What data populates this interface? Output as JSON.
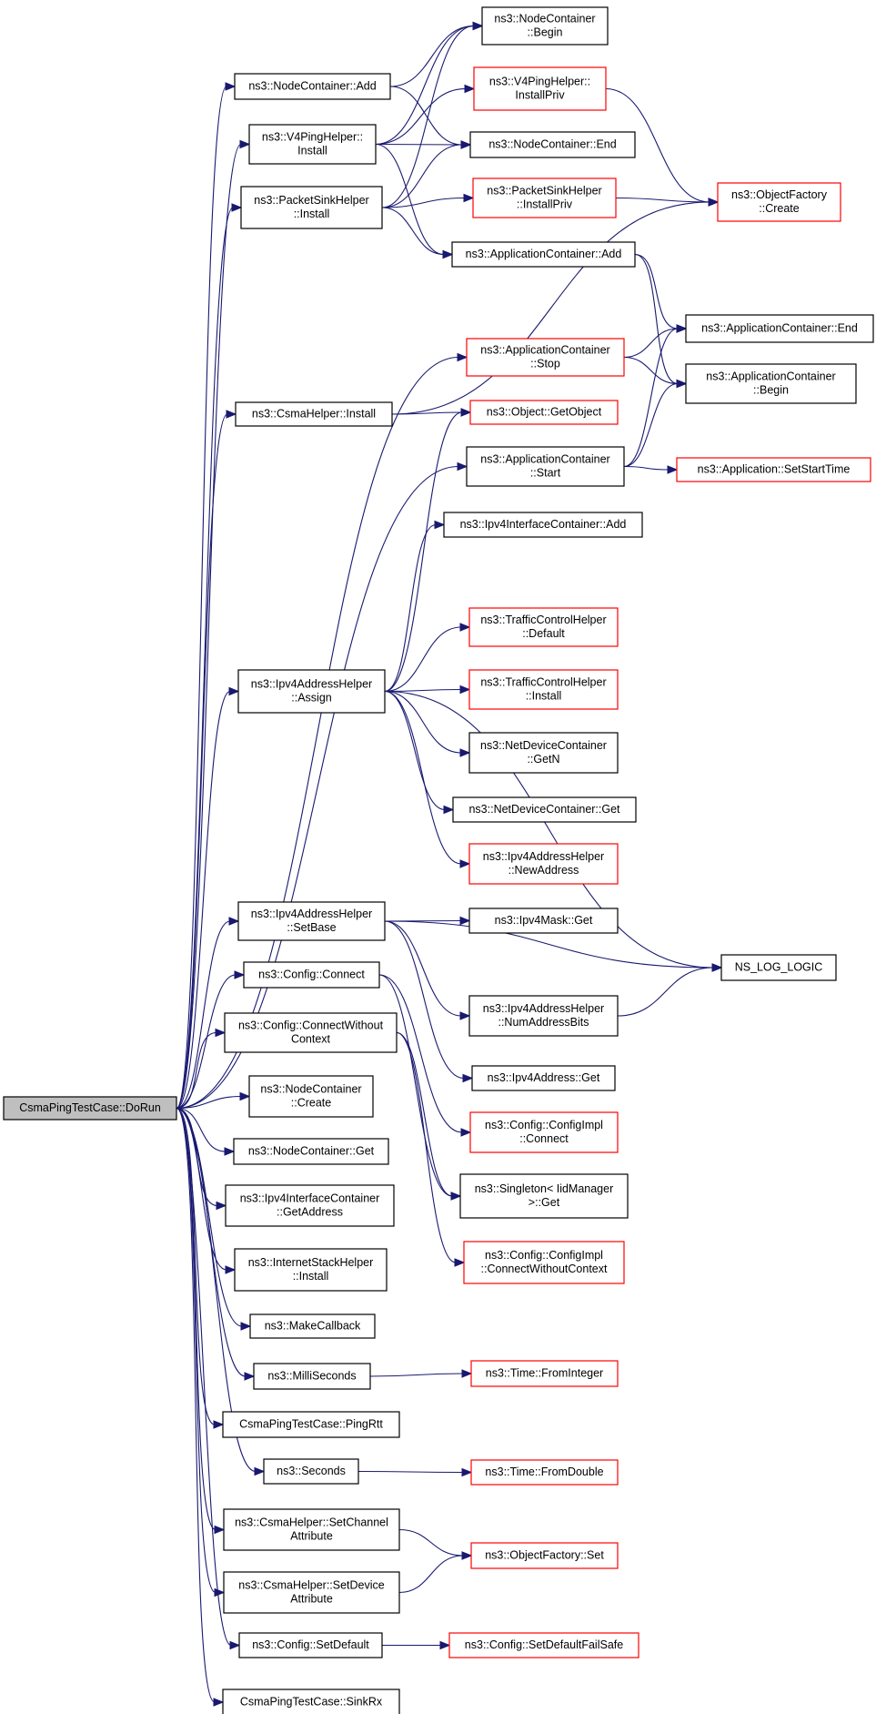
{
  "graph": {
    "style": {
      "edge_color": "#191970",
      "root_fill": "#bfbfbf",
      "normal_border": "#000000",
      "truncated_border": "#ff0000"
    },
    "nodes": [
      {
        "id": "root",
        "lines": [
          "CsmaPingTestCase::DoRun"
        ],
        "kind": "root"
      },
      {
        "id": "nc_add",
        "lines": [
          "ns3::NodeContainer::Add"
        ],
        "kind": "normal"
      },
      {
        "id": "nc_begin",
        "lines": [
          "ns3::NodeContainer",
          "::Begin"
        ],
        "kind": "normal"
      },
      {
        "id": "v4_install",
        "lines": [
          "ns3::V4PingHelper::",
          "Install"
        ],
        "kind": "normal"
      },
      {
        "id": "v4_installpriv",
        "lines": [
          "ns3::V4PingHelper::",
          "InstallPriv"
        ],
        "kind": "truncated"
      },
      {
        "id": "nc_end",
        "lines": [
          "ns3::NodeContainer::End"
        ],
        "kind": "normal"
      },
      {
        "id": "ps_install",
        "lines": [
          "ns3::PacketSinkHelper",
          "::Install"
        ],
        "kind": "normal"
      },
      {
        "id": "ps_installpriv",
        "lines": [
          "ns3::PacketSinkHelper",
          "::InstallPriv"
        ],
        "kind": "truncated"
      },
      {
        "id": "of_create",
        "lines": [
          "ns3::ObjectFactory",
          "::Create"
        ],
        "kind": "truncated"
      },
      {
        "id": "ac_add",
        "lines": [
          "ns3::ApplicationContainer::Add"
        ],
        "kind": "normal"
      },
      {
        "id": "ac_end",
        "lines": [
          "ns3::ApplicationContainer::End"
        ],
        "kind": "normal"
      },
      {
        "id": "ac_stop",
        "lines": [
          "ns3::ApplicationContainer",
          "::Stop"
        ],
        "kind": "truncated"
      },
      {
        "id": "ac_begin",
        "lines": [
          "ns3::ApplicationContainer",
          "::Begin"
        ],
        "kind": "normal"
      },
      {
        "id": "csma_install",
        "lines": [
          "ns3::CsmaHelper::Install"
        ],
        "kind": "normal"
      },
      {
        "id": "obj_getobject",
        "lines": [
          "ns3::Object::GetObject"
        ],
        "kind": "truncated"
      },
      {
        "id": "ac_start",
        "lines": [
          "ns3::ApplicationContainer",
          "::Start"
        ],
        "kind": "normal"
      },
      {
        "id": "app_setstart",
        "lines": [
          "ns3::Application::SetStartTime"
        ],
        "kind": "truncated"
      },
      {
        "id": "ipv4ic_add",
        "lines": [
          "ns3::Ipv4InterfaceContainer::Add"
        ],
        "kind": "normal"
      },
      {
        "id": "tch_default",
        "lines": [
          "ns3::TrafficControlHelper",
          "::Default"
        ],
        "kind": "truncated"
      },
      {
        "id": "ipv4ah_assign",
        "lines": [
          "ns3::Ipv4AddressHelper",
          "::Assign"
        ],
        "kind": "normal"
      },
      {
        "id": "tch_install",
        "lines": [
          "ns3::TrafficControlHelper",
          "::Install"
        ],
        "kind": "truncated"
      },
      {
        "id": "ndc_getn",
        "lines": [
          "ns3::NetDeviceContainer",
          "::GetN"
        ],
        "kind": "normal"
      },
      {
        "id": "ndc_get",
        "lines": [
          "ns3::NetDeviceContainer::Get"
        ],
        "kind": "normal"
      },
      {
        "id": "ipv4ah_newaddr",
        "lines": [
          "ns3::Ipv4AddressHelper",
          "::NewAddress"
        ],
        "kind": "truncated"
      },
      {
        "id": "ipv4ah_setbase",
        "lines": [
          "ns3::Ipv4AddressHelper",
          "::SetBase"
        ],
        "kind": "normal"
      },
      {
        "id": "ipv4mask_get",
        "lines": [
          "ns3::Ipv4Mask::Get"
        ],
        "kind": "normal"
      },
      {
        "id": "ns_log_logic",
        "lines": [
          "NS_LOG_LOGIC"
        ],
        "kind": "normal"
      },
      {
        "id": "cfg_connect",
        "lines": [
          "ns3::Config::Connect"
        ],
        "kind": "normal"
      },
      {
        "id": "ipv4ah_numbits",
        "lines": [
          "ns3::Ipv4AddressHelper",
          "::NumAddressBits"
        ],
        "kind": "normal"
      },
      {
        "id": "cfg_connectwc",
        "lines": [
          "ns3::Config::ConnectWithout",
          "Context"
        ],
        "kind": "normal"
      },
      {
        "id": "ipv4addr_get",
        "lines": [
          "ns3::Ipv4Address::Get"
        ],
        "kind": "normal"
      },
      {
        "id": "nc_create",
        "lines": [
          "ns3::NodeContainer",
          "::Create"
        ],
        "kind": "normal"
      },
      {
        "id": "cfgimpl_connect",
        "lines": [
          "ns3::Config::ConfigImpl",
          "::Connect"
        ],
        "kind": "truncated"
      },
      {
        "id": "nc_get",
        "lines": [
          "ns3::NodeContainer::Get"
        ],
        "kind": "normal"
      },
      {
        "id": "singleton_get",
        "lines": [
          "ns3::Singleton< IidManager",
          ">::Get"
        ],
        "kind": "normal"
      },
      {
        "id": "ipv4ic_getaddr",
        "lines": [
          "ns3::Ipv4InterfaceContainer",
          "::GetAddress"
        ],
        "kind": "normal"
      },
      {
        "id": "cfgimpl_connectwc",
        "lines": [
          "ns3::Config::ConfigImpl",
          "::ConnectWithoutContext"
        ],
        "kind": "truncated"
      },
      {
        "id": "ish_install",
        "lines": [
          "ns3::InternetStackHelper",
          "::Install"
        ],
        "kind": "normal"
      },
      {
        "id": "makecallback",
        "lines": [
          "ns3::MakeCallback"
        ],
        "kind": "normal"
      },
      {
        "id": "milliseconds",
        "lines": [
          "ns3::MilliSeconds"
        ],
        "kind": "normal"
      },
      {
        "id": "time_frominteger",
        "lines": [
          "ns3::Time::FromInteger"
        ],
        "kind": "truncated"
      },
      {
        "id": "pingrtt",
        "lines": [
          "CsmaPingTestCase::PingRtt"
        ],
        "kind": "normal"
      },
      {
        "id": "seconds",
        "lines": [
          "ns3::Seconds"
        ],
        "kind": "normal"
      },
      {
        "id": "time_fromdouble",
        "lines": [
          "ns3::Time::FromDouble"
        ],
        "kind": "truncated"
      },
      {
        "id": "csma_setchannel",
        "lines": [
          "ns3::CsmaHelper::SetChannel",
          "Attribute"
        ],
        "kind": "normal"
      },
      {
        "id": "of_set",
        "lines": [
          "ns3::ObjectFactory::Set"
        ],
        "kind": "truncated"
      },
      {
        "id": "csma_setdevice",
        "lines": [
          "ns3::CsmaHelper::SetDevice",
          "Attribute"
        ],
        "kind": "normal"
      },
      {
        "id": "cfg_setdefault",
        "lines": [
          "ns3::Config::SetDefault"
        ],
        "kind": "normal"
      },
      {
        "id": "cfg_setdefaultfs",
        "lines": [
          "ns3::Config::SetDefaultFailSafe"
        ],
        "kind": "truncated"
      },
      {
        "id": "sinkrx",
        "lines": [
          "CsmaPingTestCase::SinkRx"
        ],
        "kind": "normal"
      }
    ],
    "edges": [
      [
        "root",
        "nc_add"
      ],
      [
        "root",
        "v4_install"
      ],
      [
        "root",
        "ps_install"
      ],
      [
        "root",
        "csma_install"
      ],
      [
        "root",
        "ac_stop"
      ],
      [
        "root",
        "ac_start"
      ],
      [
        "root",
        "ipv4ah_assign"
      ],
      [
        "root",
        "ipv4ah_setbase"
      ],
      [
        "root",
        "cfg_connect"
      ],
      [
        "root",
        "cfg_connectwc"
      ],
      [
        "root",
        "nc_create"
      ],
      [
        "root",
        "nc_get"
      ],
      [
        "root",
        "ipv4ic_getaddr"
      ],
      [
        "root",
        "ish_install"
      ],
      [
        "root",
        "makecallback"
      ],
      [
        "root",
        "milliseconds"
      ],
      [
        "root",
        "pingrtt"
      ],
      [
        "root",
        "seconds"
      ],
      [
        "root",
        "csma_setchannel"
      ],
      [
        "root",
        "csma_setdevice"
      ],
      [
        "root",
        "cfg_setdefault"
      ],
      [
        "root",
        "sinkrx"
      ],
      [
        "nc_add",
        "nc_begin"
      ],
      [
        "nc_add",
        "nc_end"
      ],
      [
        "v4_install",
        "nc_begin"
      ],
      [
        "v4_install",
        "v4_installpriv"
      ],
      [
        "v4_install",
        "nc_end"
      ],
      [
        "v4_install",
        "ac_add"
      ],
      [
        "v4_installpriv",
        "of_create"
      ],
      [
        "ps_install",
        "nc_begin"
      ],
      [
        "ps_install",
        "nc_end"
      ],
      [
        "ps_install",
        "ps_installpriv"
      ],
      [
        "ps_install",
        "ac_add"
      ],
      [
        "ps_installpriv",
        "of_create"
      ],
      [
        "ac_add",
        "ac_end"
      ],
      [
        "ac_add",
        "ac_begin"
      ],
      [
        "csma_install",
        "of_create"
      ],
      [
        "csma_install",
        "obj_getobject"
      ],
      [
        "ac_stop",
        "ac_end"
      ],
      [
        "ac_stop",
        "ac_begin"
      ],
      [
        "ac_start",
        "ac_end"
      ],
      [
        "ac_start",
        "ac_begin"
      ],
      [
        "ac_start",
        "app_setstart"
      ],
      [
        "ipv4ah_assign",
        "obj_getobject"
      ],
      [
        "ipv4ah_assign",
        "ipv4ic_add"
      ],
      [
        "ipv4ah_assign",
        "ns_log_logic"
      ],
      [
        "ipv4ah_assign",
        "tch_default"
      ],
      [
        "ipv4ah_assign",
        "tch_install"
      ],
      [
        "ipv4ah_assign",
        "ndc_getn"
      ],
      [
        "ipv4ah_assign",
        "ndc_get"
      ],
      [
        "ipv4ah_assign",
        "ipv4ah_newaddr"
      ],
      [
        "ipv4ah_setbase",
        "ipv4mask_get"
      ],
      [
        "ipv4ah_setbase",
        "ns_log_logic"
      ],
      [
        "ipv4ah_setbase",
        "ipv4ah_numbits"
      ],
      [
        "ipv4ah_setbase",
        "ipv4addr_get"
      ],
      [
        "ipv4ah_numbits",
        "ns_log_logic"
      ],
      [
        "cfg_connect",
        "cfgimpl_connect"
      ],
      [
        "cfg_connect",
        "singleton_get"
      ],
      [
        "cfg_connectwc",
        "singleton_get"
      ],
      [
        "cfg_connectwc",
        "cfgimpl_connectwc"
      ],
      [
        "milliseconds",
        "time_frominteger"
      ],
      [
        "seconds",
        "time_fromdouble"
      ],
      [
        "csma_setchannel",
        "of_set"
      ],
      [
        "csma_setdevice",
        "of_set"
      ],
      [
        "cfg_setdefault",
        "cfg_setdefaultfs"
      ]
    ]
  }
}
